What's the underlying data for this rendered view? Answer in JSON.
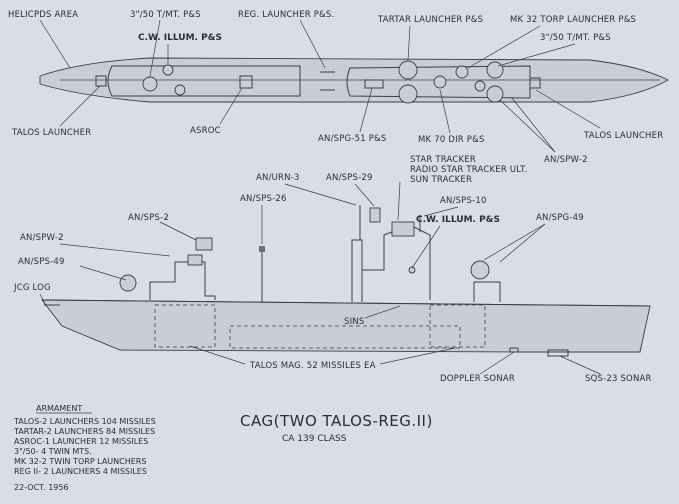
{
  "plan_labels": {
    "helo": "HELICPDS AREA",
    "gun_fwd": "3\"/50 T/MT. P&S",
    "cw_illum": "C.W. ILLUM. P&S",
    "reg_launcher": "REG. LAUNCHER P&S.",
    "tartar": "TARTAR LAUNCHER P&S",
    "mk32": "MK 32 TORP LAUNCHER P&S",
    "gun_aft": "3\"/50 T/MT. P&S",
    "talos_left": "TALOS LAUNCHER",
    "asroc": "ASROC",
    "spg51": "AN/SPG-51 P&S",
    "mk70": "MK 70 DIR P&S",
    "talos_right": "TALOS LAUNCHER",
    "spw2": "AN/SPW-2"
  },
  "profile_labels": {
    "star_tracker": "STAR TRACKER",
    "radio_star": "RADIO STAR TRACKER ULT.",
    "sun_tracker": "SUN TRACKER",
    "urn3": "AN/URN-3",
    "sps29": "AN/SPS-29",
    "sps10": "AN/SPS-10",
    "sps2": "AN/SPS-2",
    "sps26": "AN/SPS-26",
    "cw_illum": "C.W. ILLUM. P&S",
    "spg49": "AN/SPG-49",
    "spw2": "AN/SPW-2",
    "sps49": "AN/SPS-49",
    "jcg_log": "JCG LOG",
    "sins": "SINS",
    "talos_mag": "TALOS MAG. 52 MISSILES EA",
    "doppler": "DOPPLER SONAR",
    "sqs23": "SQS-23 SONAR"
  },
  "title": {
    "main": "CAG(TWO TALOS-REG.II)",
    "sub": "CA 139 CLASS"
  },
  "armament": {
    "heading": "ARMAMENT",
    "lines": [
      "TALOS-2 LAUNCHERS 104 MISSILES",
      "TARTAR-2 LAUNCHERS 84 MISSILES",
      "ASROC-1 LAUNCHER 12 MISSILES",
      "3\"/50- 4 TWIN MTS.",
      "MK 32-2 TWIN TORP LAUNCHERS",
      "REG II- 2 LAUNCHERS 4 MISSILES"
    ]
  },
  "date": "22-OCT. 1956"
}
